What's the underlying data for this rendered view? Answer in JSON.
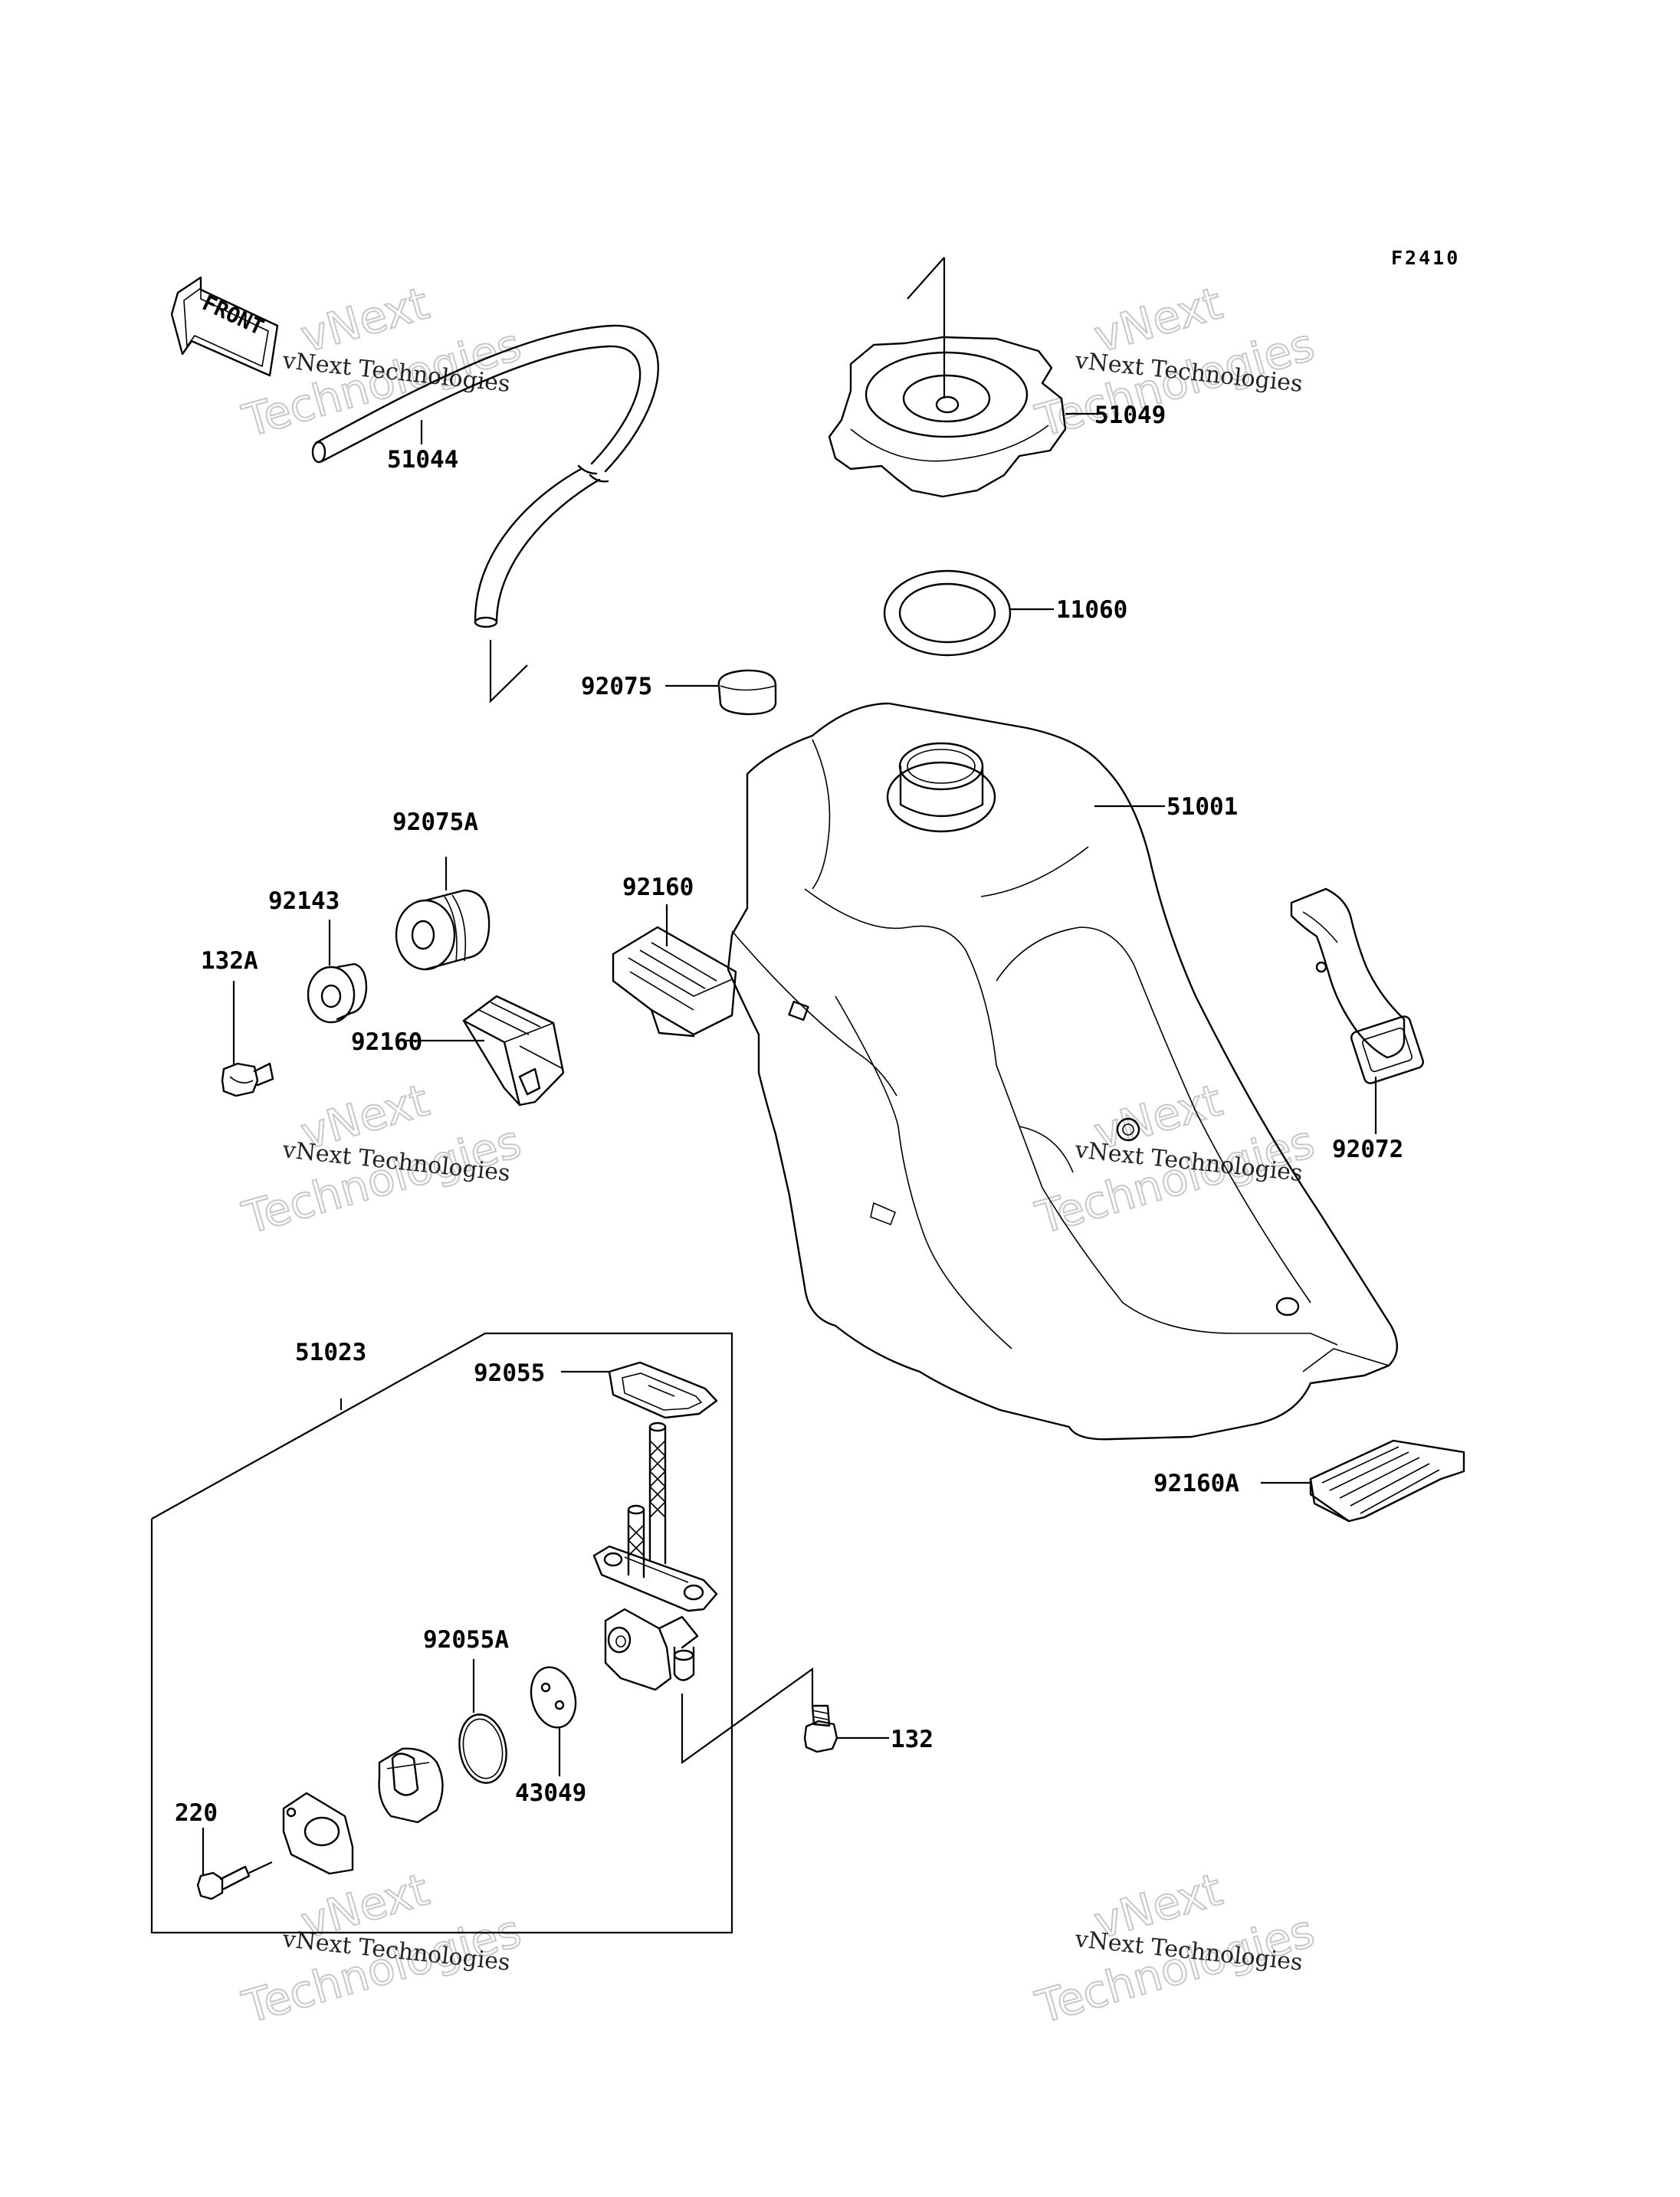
{
  "diagram": {
    "figure_code": "F2410",
    "front_marker": "FRONT",
    "watermark": {
      "line1": "vNext Technologies",
      "line2": "vNext",
      "line3": "Technologies"
    },
    "callouts": [
      {
        "id": "51044",
        "label": "51044"
      },
      {
        "id": "51049",
        "label": "51049"
      },
      {
        "id": "11060",
        "label": "11060"
      },
      {
        "id": "92075",
        "label": "92075"
      },
      {
        "id": "51001",
        "label": "51001"
      },
      {
        "id": "92075A",
        "label": "92075A"
      },
      {
        "id": "92143",
        "label": "92143"
      },
      {
        "id": "92160-left",
        "label": "92160"
      },
      {
        "id": "92160-mid",
        "label": "92160"
      },
      {
        "id": "132A",
        "label": "132A"
      },
      {
        "id": "92072",
        "label": "92072"
      },
      {
        "id": "51023",
        "label": "51023"
      },
      {
        "id": "92055",
        "label": "92055"
      },
      {
        "id": "92160A",
        "label": "92160A"
      },
      {
        "id": "92055A",
        "label": "92055A"
      },
      {
        "id": "43049",
        "label": "43049"
      },
      {
        "id": "132",
        "label": "132"
      },
      {
        "id": "220",
        "label": "220"
      }
    ]
  }
}
